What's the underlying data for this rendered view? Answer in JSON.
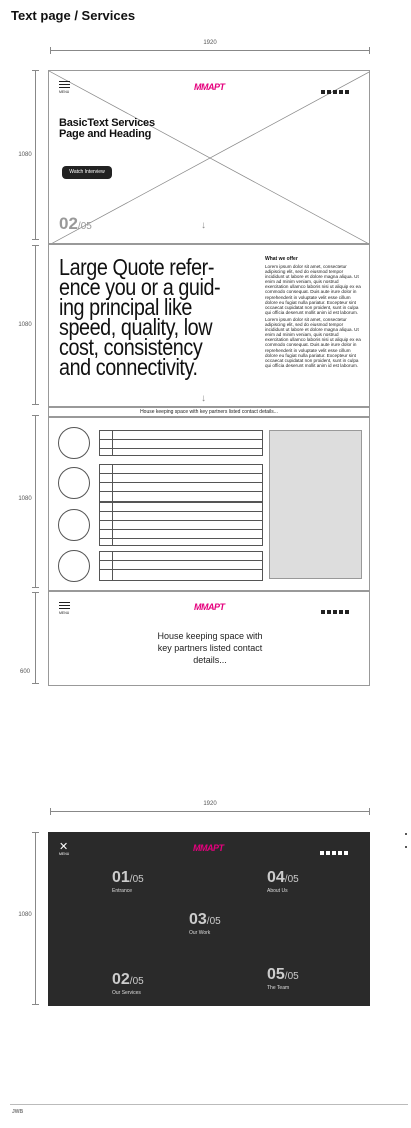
{
  "page": {
    "title": "Text page  / Services"
  },
  "dimensions": {
    "width": "1920",
    "h_hero": "1080",
    "h_quote": "1080",
    "h_content": "1080",
    "h_footer": "600",
    "width2": "1920",
    "h_menu": "1080"
  },
  "header": {
    "menu_label": "MENU",
    "logo": "MMAPT",
    "nav_squares": 5
  },
  "hero": {
    "title_line1": "BasicText Services",
    "title_line2": "Page and Heading",
    "cta_label": "Watch Interview",
    "slide_current": "02",
    "slide_total": "/05",
    "scroll_icon": "arrow-down"
  },
  "quote": {
    "lines": [
      "Large Quote refer-",
      "ence you or a guid-",
      "ing principal like",
      "speed, quality, low",
      "cost, consistency",
      "and connectivity."
    ],
    "offer_title": "What we offer",
    "paragraph1": "Lorem ipsum dolor sit amet, consectetur adipiscing elit, sed do eiusmod tempor incididunt ut labore et dolore magna aliqua. Ut enim ad minim veniam, quis nostrud exercitation ullamco laboris nisi ut aliquip ex ea commodo consequat. Duis aute irure dolor in reprehenderit in voluptate velit esse cillum dolore eu fugiat nulla pariatur. Excepteur sint occaecat cupidatat non proident, sunt in culpa qui officia deserunt mollit anim id est laborum.",
    "paragraph2": "Lorem ipsum dolor sit amet, consectetur adipiscing elit, sed do eiusmod tempor incididunt ut labore et dolore magna aliqua. Ut enim ad minim veniam, quis nostrud exercitation ullamco laboris nisi ut aliquip ex ea commodo consequat. Duis aute irure dolor in reprehenderit in voluptate velit esse cillum dolore eu fugiat nulla pariatur. Excepteur sint occaecat cupidatat non proident, sunt in culpa qui officia deserunt mollit anim id est laborum."
  },
  "partners_bar": "House keeping space with key partners listed contact details...",
  "footer": {
    "menu_label": "MENU",
    "logo": "MMAPT",
    "text": "House keeping space with key partners listed contact details..."
  },
  "menu_overlay": {
    "menu_label": "MENU",
    "logo": "MMAPT",
    "close_icon": "close-icon",
    "items": [
      {
        "num": "01",
        "total": "/05",
        "label": "Entrance"
      },
      {
        "num": "04",
        "total": "/05",
        "label": "About Us"
      },
      {
        "num": "03",
        "total": "/05",
        "label": "Our Work"
      },
      {
        "num": "02",
        "total": "/05",
        "label": "Our Services"
      },
      {
        "num": "05",
        "total": "/05",
        "label": "The Team"
      }
    ]
  },
  "brand_mark": "JWB"
}
